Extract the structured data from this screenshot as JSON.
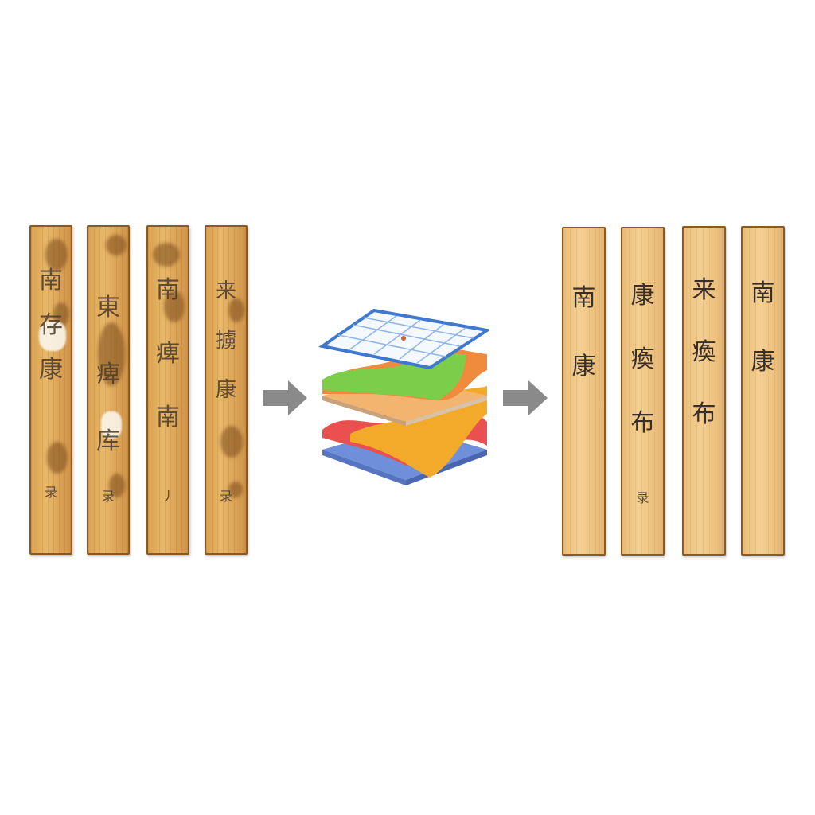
{
  "diagram": {
    "type": "pipeline",
    "stages": [
      "damaged bamboo slips",
      "layered restoration model",
      "restored bamboo slips"
    ],
    "input_slips": [
      {
        "chars": [
          "南",
          "存",
          "康"
        ],
        "seal": "录"
      },
      {
        "chars": [
          "東",
          "痺",
          "库"
        ],
        "seal": "录"
      },
      {
        "chars": [
          "南",
          "痺",
          "南"
        ],
        "seal": "丿"
      },
      {
        "chars": [
          "来",
          "擄",
          "康"
        ],
        "seal": "录"
      }
    ],
    "output_slips": [
      {
        "chars": [
          "南",
          "康"
        ],
        "seal": ""
      },
      {
        "chars": [
          "康",
          "瘓",
          "布"
        ],
        "seal": "录"
      },
      {
        "chars": [
          "来",
          "瘓",
          "布"
        ],
        "seal": ""
      },
      {
        "chars": [
          "南",
          "康"
        ],
        "seal": ""
      }
    ],
    "model_layers": [
      "grid",
      "green",
      "orange",
      "yellow-red",
      "blue"
    ],
    "colors": {
      "arrow": "#8a8a8a",
      "bamboo": "#e3b06a",
      "border": "#8a5a22",
      "ink": "#3a2f28",
      "grid_blue": "#4a86d8"
    }
  }
}
